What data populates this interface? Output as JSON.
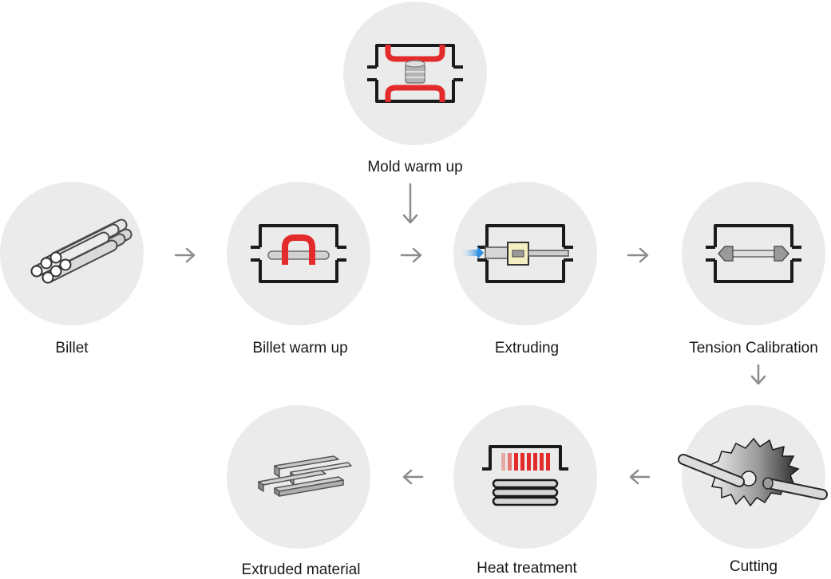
{
  "colors": {
    "circle": "#ebebeb",
    "arrow": "#8c8c8c",
    "outline": "#1a1a1a",
    "heater": "#e32b2b",
    "metal": "#c4c4c4",
    "metal_dark": "#7a7a7a",
    "die": "#f5eec3",
    "flow": "#2f8fe0"
  },
  "steps": [
    {
      "id": "billet",
      "label": "Billet",
      "icon": "billet-rods-icon"
    },
    {
      "id": "billet-warm-up",
      "label": "Billet warm up",
      "icon": "billet-heater-icon"
    },
    {
      "id": "mold-warm-up",
      "label": "Mold warm up",
      "icon": "mold-heater-icon"
    },
    {
      "id": "extruding",
      "label": "Extruding",
      "icon": "extrusion-press-icon"
    },
    {
      "id": "tension-calibration",
      "label": "Tension Calibration",
      "icon": "tension-stretcher-icon"
    },
    {
      "id": "cutting",
      "label": "Cutting",
      "icon": "saw-blade-icon"
    },
    {
      "id": "heat-treatment",
      "label": "Heat treatment",
      "icon": "heat-oven-icon"
    },
    {
      "id": "extruded-material",
      "label": "Extruded material",
      "icon": "extruded-profiles-icon"
    }
  ],
  "flow": [
    [
      "billet",
      "billet-warm-up"
    ],
    [
      "billet-warm-up",
      "extruding"
    ],
    [
      "mold-warm-up",
      "extruding"
    ],
    [
      "extruding",
      "tension-calibration"
    ],
    [
      "tension-calibration",
      "cutting"
    ],
    [
      "cutting",
      "heat-treatment"
    ],
    [
      "heat-treatment",
      "extruded-material"
    ]
  ]
}
